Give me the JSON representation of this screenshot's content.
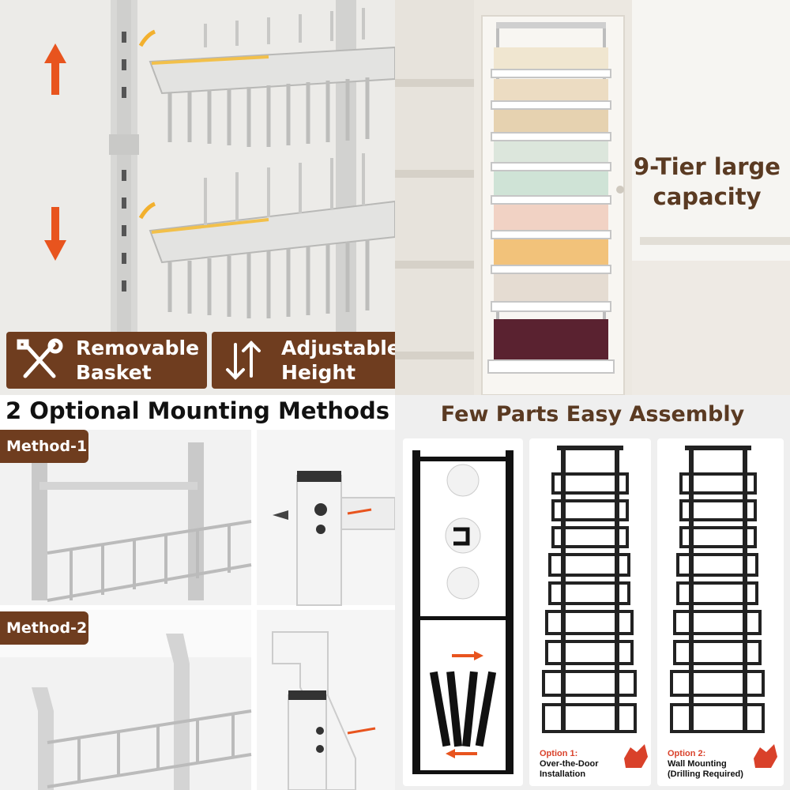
{
  "features": {
    "removable": {
      "line1": "Removable",
      "line2": "Basket",
      "icon": "tools-icon"
    },
    "adjustable": {
      "line1": "Adjustable",
      "line2": "Height",
      "icon": "up-down-arrows-icon"
    }
  },
  "capacity": {
    "line1": "9-Tier large",
    "line2": "capacity"
  },
  "mounting": {
    "title": "2 Optional Mounting Methods",
    "method1": "Method-1",
    "method2": "Method-2"
  },
  "assembly": {
    "title": "Few Parts Easy Assembly",
    "option1": {
      "heading": "Option 1:",
      "line1": "Over-the-Door",
      "line2": "Installation"
    },
    "option2": {
      "heading": "Option 2:",
      "line1": "Wall Mounting",
      "line2": "(Drilling Required)"
    }
  },
  "colors": {
    "brand_brown": "#6f3d1f",
    "title_brown": "#5a3a22",
    "accent_orange": "#e8541e",
    "option_red": "#d9412a"
  },
  "tiers": 9
}
